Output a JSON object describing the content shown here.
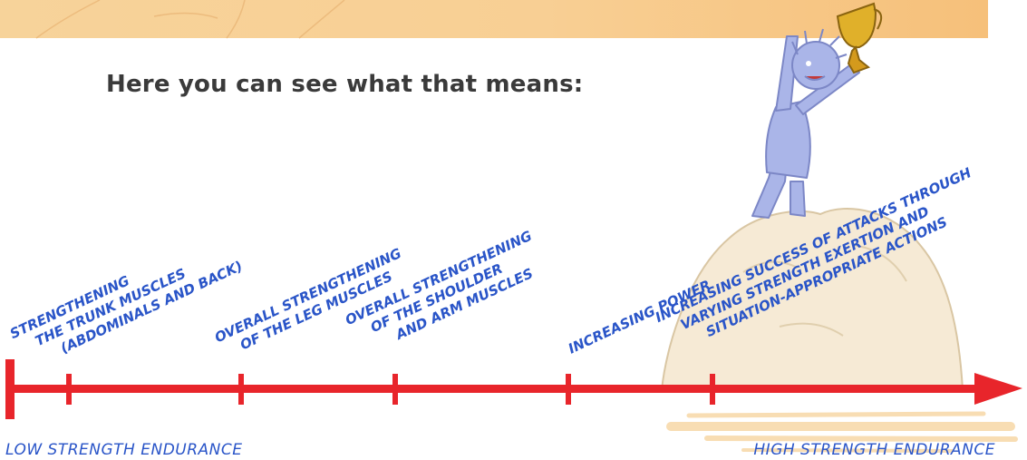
{
  "heading": "Here you can see what that means:",
  "colors": {
    "arrow": "#e8252b",
    "label_blue": "#2a55c8",
    "banner": "#f7cf95",
    "figure": "#aab5e8",
    "rock": "#f6ead5"
  },
  "icons": [
    "trophy-icon",
    "climber-figure",
    "rock-summit"
  ],
  "steps": [
    {
      "lines": [
        "STRENGTHENING",
        "THE TRUNK MUSCLES",
        "(ABDOMINALS AND BACK)"
      ]
    },
    {
      "lines": [
        "OVERALL STRENGTHENING",
        "OF THE LEG MUSCLES"
      ]
    },
    {
      "lines": [
        "OVERALL STRENGTHENING",
        "OF THE SHOULDER",
        "AND ARM MUSCLES"
      ]
    },
    {
      "lines": [
        "INCREASING POWER"
      ]
    },
    {
      "lines": [
        "INCREASING SUCCESS OF ATTACKS THROUGH",
        "VARYING STRENGTH EXERTION AND",
        "SITUATION-APPROPRIATE ACTIONS"
      ]
    }
  ],
  "scale": {
    "low_label": "LOW STRENGTH ENDURANCE",
    "high_label": "HIGH STRENGTH ENDURANCE"
  }
}
